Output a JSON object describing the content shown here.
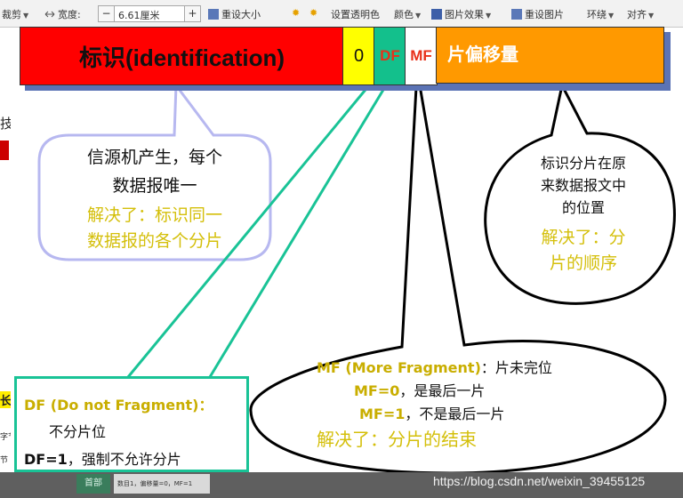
{
  "toolbar": {
    "crop": "裁剪",
    "width_label": "宽度:",
    "width_value": "6.61厘米",
    "minus": "−",
    "plus": "+",
    "reset_size": "重设大小",
    "set_transparent": "设置透明色",
    "color": "颜色",
    "picture_effects": "图片效果",
    "reset_picture": "重设图片",
    "wrap": "环绕",
    "align": "对齐"
  },
  "header_fields": {
    "identification": "标识(identification)",
    "zero_bit": "0",
    "df": "DF",
    "mf": "MF",
    "offset": "片偏移量"
  },
  "id_callout": {
    "line1": "信源机产生，每个",
    "line2": "数据报唯一",
    "line3": "解决了：标识同一",
    "line4": "数据报的各个分片"
  },
  "offset_callout": {
    "line1": "标识分片在原",
    "line2": "来数据报文中",
    "line3": "的位置",
    "line4": "解决了：分",
    "line5": "片的顺序"
  },
  "mf_callout": {
    "line1_a": "MF (More Fragment)",
    "line1_b": "：片未完位",
    "line2_a": "MF=0",
    "line2_b": "，是最后一片",
    "line3_a": "MF=1",
    "line3_b": "，不是最后一片",
    "line4": "解决了：分片的结束"
  },
  "df_callout": {
    "line1": "DF (Do not Fragment)：",
    "line2": "不分片位",
    "line3_a": "DF=1",
    "line3_b": "，强制不允许分片"
  },
  "background_fragments": {
    "left_char": "技",
    "left_tag": "长",
    "left_bottom": "字节",
    "bottom_tab": "首部",
    "bottom_note": "数目1，偏移量=0，MF=1"
  },
  "watermark": "https://blog.csdn.net/weixin_39455125",
  "colors": {
    "id_red": "#ff0000",
    "zero_yellow": "#ffff00",
    "df_green": "#13c08c",
    "offset_orange": "#ff9900",
    "highlight_yellow": "#d4bf0a",
    "callout_lilac": "#b7b8f0"
  }
}
